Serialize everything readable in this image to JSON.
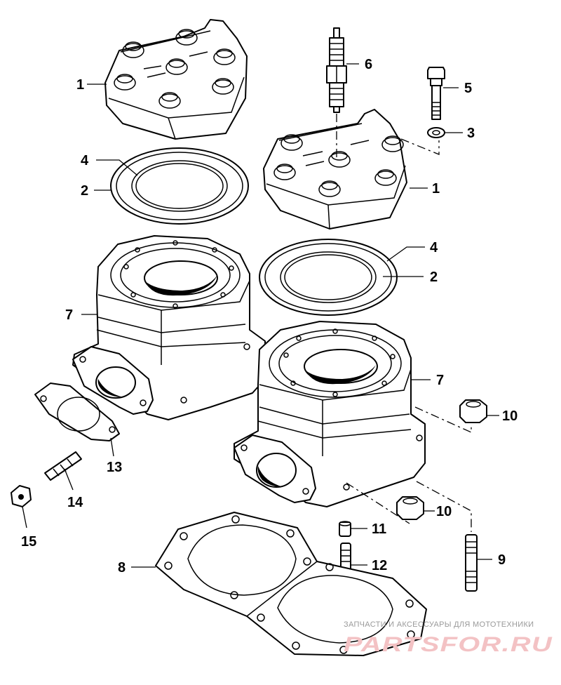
{
  "callouts": {
    "c1a": "1",
    "c1b": "1",
    "c2a": "2",
    "c2b": "2",
    "c3": "3",
    "c4a": "4",
    "c4b": "4",
    "c5": "5",
    "c6": "6",
    "c7a": "7",
    "c7b": "7",
    "c8": "8",
    "c9": "9",
    "c10a": "10",
    "c10b": "10",
    "c11": "11",
    "c12": "12",
    "c13": "13",
    "c14": "14",
    "c15": "15"
  },
  "watermark": {
    "caption": "ЗАПЧАСТИ И АКСЕССУАРЫ ДЛЯ МОТОТЕХНИКИ",
    "logo": "PARTSFOR.RU"
  },
  "colors": {
    "line": "#000000",
    "watermark_logo": "#f3c2c4",
    "watermark_text": "#9a9a9a"
  }
}
